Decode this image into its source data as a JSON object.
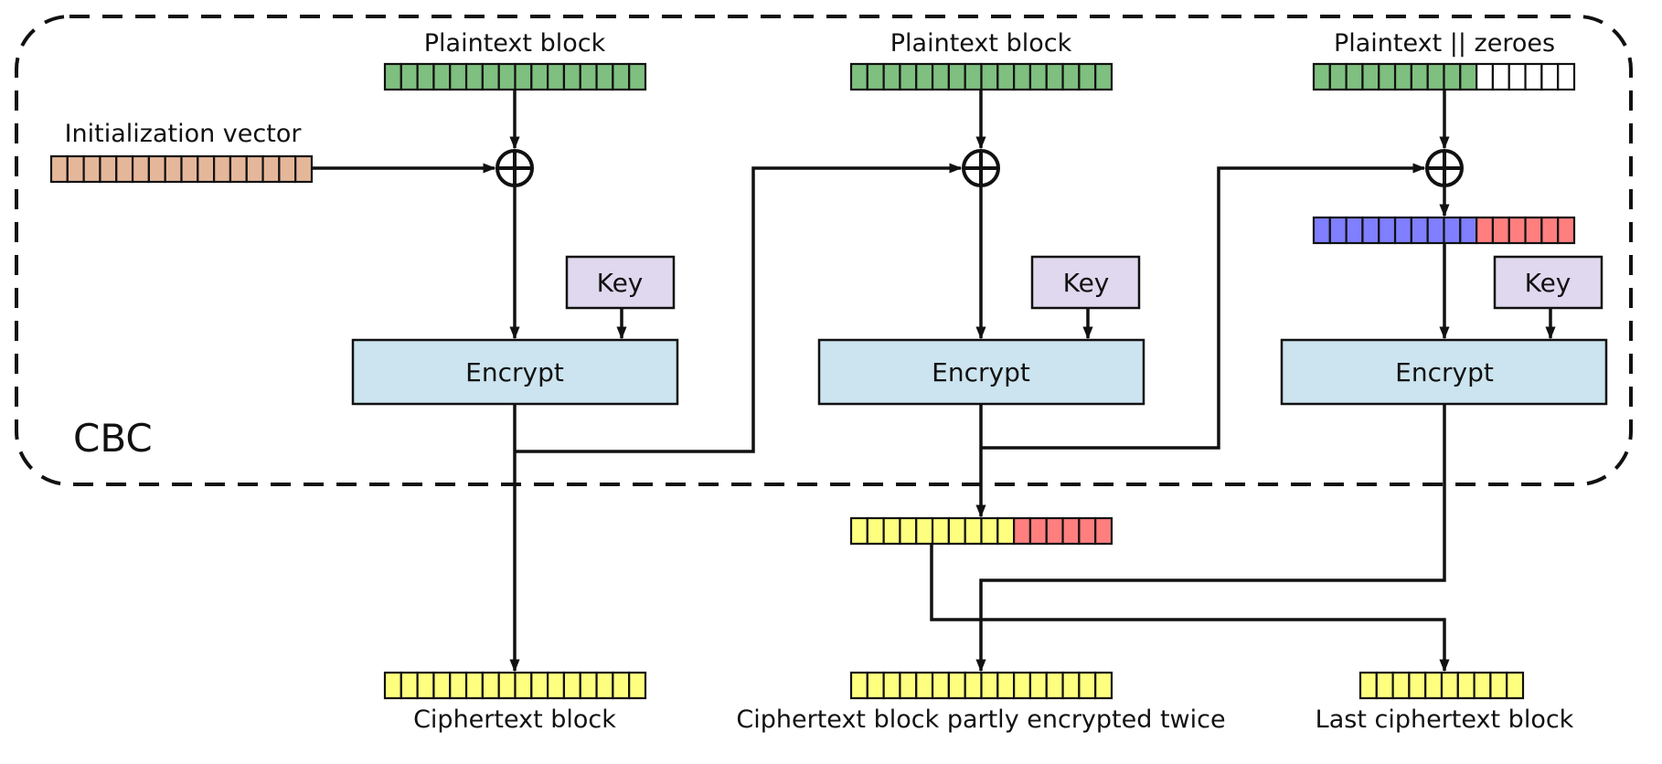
{
  "mode_label": "CBC",
  "labels": {
    "iv": "Initialization vector",
    "plaintext_1": "Plaintext block",
    "plaintext_2": "Plaintext block",
    "plaintext_3": "Plaintext || zeroes",
    "ciphertext_1": "Ciphertext block",
    "ciphertext_2": "Ciphertext block partly encrypted twice",
    "ciphertext_3": "Last ciphertext block"
  },
  "boxes": {
    "key_1": "Key",
    "key_2": "Key",
    "key_3": "Key",
    "encrypt_1": "Encrypt",
    "encrypt_2": "Encrypt",
    "encrypt_3": "Encrypt"
  },
  "colors": {
    "plaintext": "#7fbf7f",
    "iv": "#e5b79a",
    "zero_padding": "#ffffff",
    "xor_result_data": "#7f7fff",
    "xor_result_padding": "#ff7f7f",
    "ciphertext": "#ffff7f",
    "ciphertext_tail": "#ff7f7f",
    "key_box": "#e0d8ee",
    "encrypt_box": "#cbe4ef"
  },
  "blocks": {
    "plaintext_1": [
      "#7fbf7f",
      16
    ],
    "iv": [
      "#e5b79a",
      16
    ],
    "plaintext_2": [
      "#7fbf7f",
      16
    ],
    "plaintext_3": [
      [
        "#7fbf7f",
        10
      ],
      [
        "#ffffff",
        6
      ]
    ],
    "xor_result_3": [
      [
        "#7f7fff",
        10
      ],
      [
        "#ff7f7f",
        6
      ]
    ],
    "mid_cipher": [
      [
        "#ffff7f",
        10
      ],
      [
        "#ff7f7f",
        6
      ]
    ],
    "ciphertext_1": [
      "#ffff7f",
      16
    ],
    "ciphertext_2": [
      "#ffff7f",
      16
    ],
    "ciphertext_3": [
      "#ffff7f",
      10
    ]
  }
}
